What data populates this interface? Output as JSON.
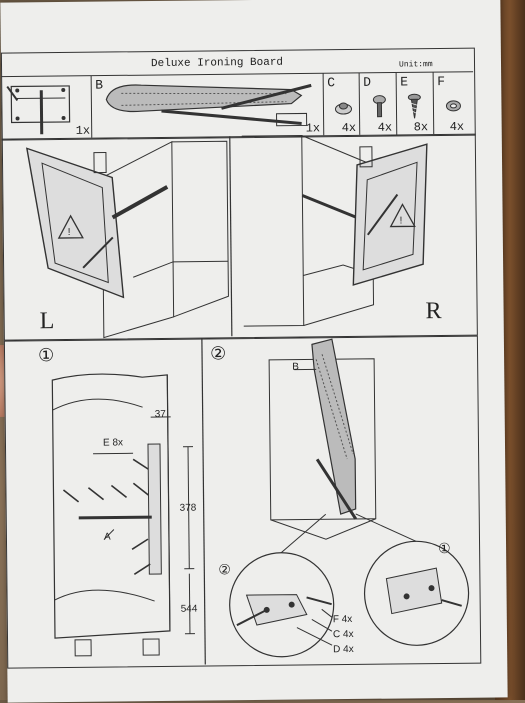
{
  "header": {
    "title": "Deluxe Ironing Board",
    "unit": "Unit:mm"
  },
  "parts": [
    {
      "letter": "",
      "qty": "1x"
    },
    {
      "letter": "B",
      "qty": "1x"
    },
    {
      "letter": "C",
      "qty": "4x"
    },
    {
      "letter": "D",
      "qty": "4x"
    },
    {
      "letter": "E",
      "qty": "8x"
    },
    {
      "letter": "F",
      "qty": "4x"
    }
  ],
  "mount": {
    "left": "L",
    "right": "R"
  },
  "steps": {
    "step1": {
      "number": "①",
      "screw_callout": "E 8x",
      "part_a": "A",
      "dim_width": "37",
      "dim_height": "378",
      "dim_bottom": "544"
    },
    "step2": {
      "number": "②",
      "part_b": "B",
      "detail_left": "②",
      "detail_right": "①",
      "callouts": [
        "F 4x",
        "C 4x",
        "D 4x"
      ]
    }
  },
  "colors": {
    "paper": "#eeeeec",
    "ink": "#222222"
  }
}
